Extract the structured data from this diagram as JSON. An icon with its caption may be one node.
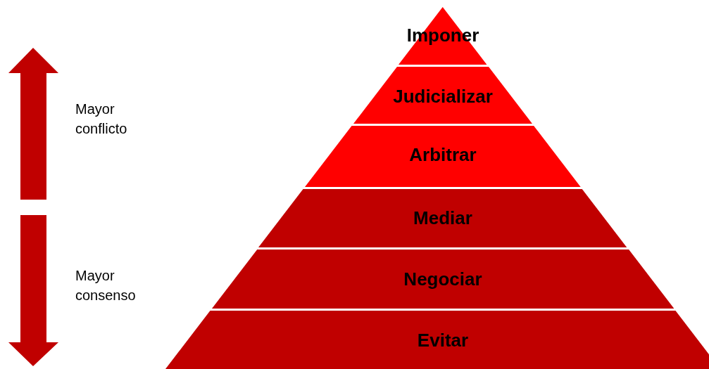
{
  "diagram": {
    "nodes": [
      {
        "text": [
          "Imponer"
        ]
      },
      {
        "text": [
          "Judicializar"
        ]
      },
      {
        "text": [
          "Arbitrar"
        ]
      },
      {
        "text": [
          "Mediar"
        ]
      },
      {
        "text": [
          "Negociar"
        ]
      },
      {
        "text": [
          "Evitar"
        ]
      }
    ],
    "labels": [
      "Mayor conflicto",
      "Mayor consenso"
    ]
  }
}
